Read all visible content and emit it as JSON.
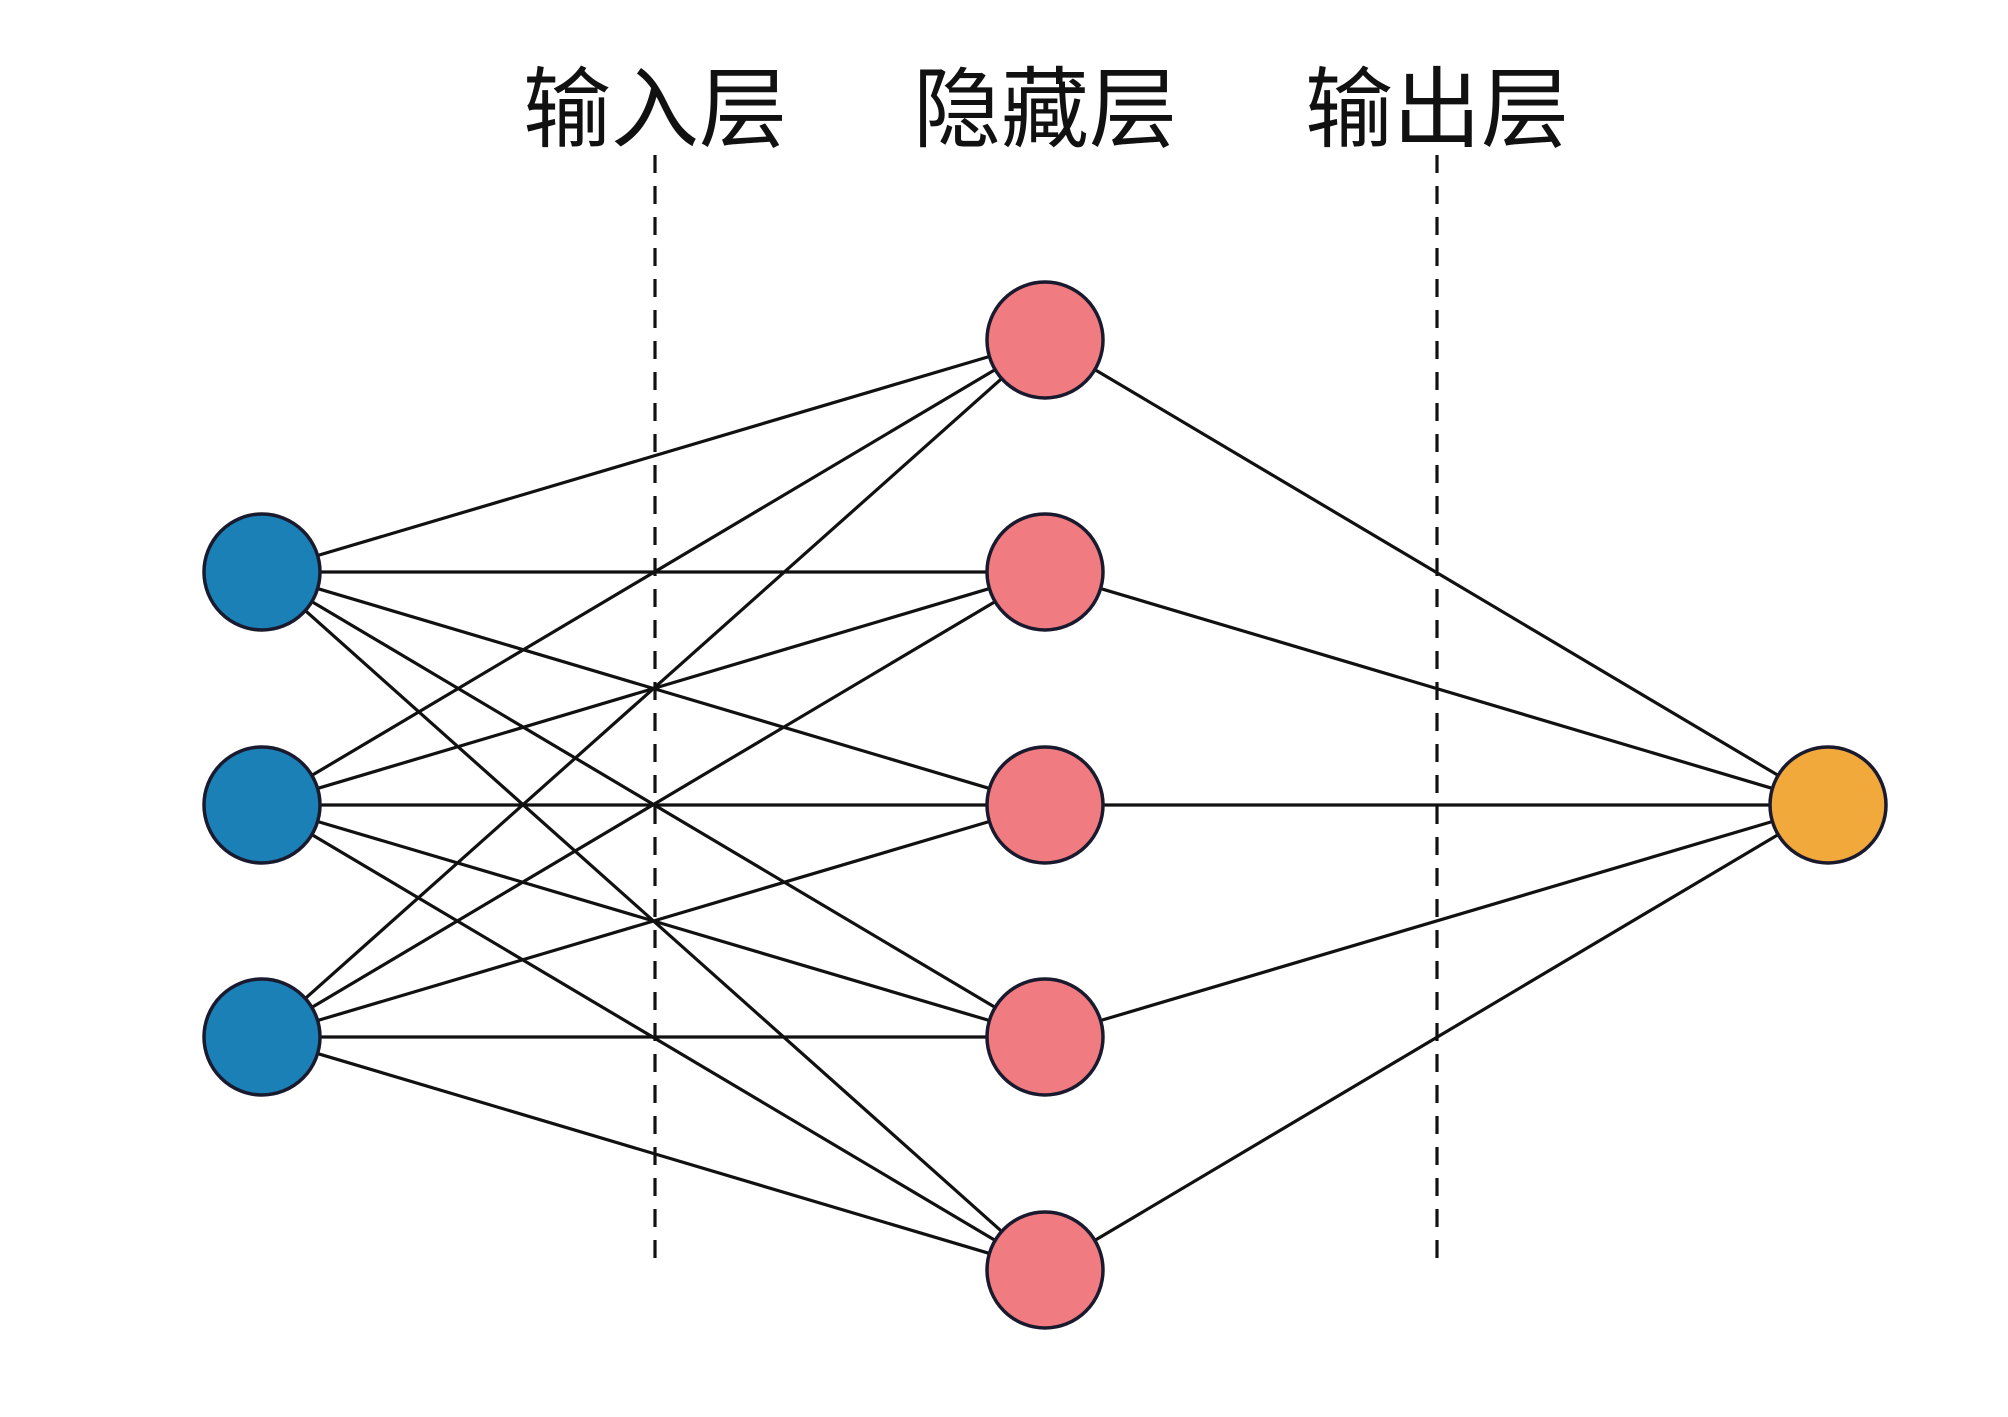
{
  "labels": {
    "input": "输入层",
    "hidden": "隐藏层",
    "output": "输出层"
  },
  "layers": {
    "input": {
      "count": 3,
      "color": "#1a80b6"
    },
    "hidden": {
      "count": 5,
      "color": "#f07c82"
    },
    "output": {
      "count": 1,
      "color": "#f2a93b"
    }
  },
  "connections": "fully-connected"
}
